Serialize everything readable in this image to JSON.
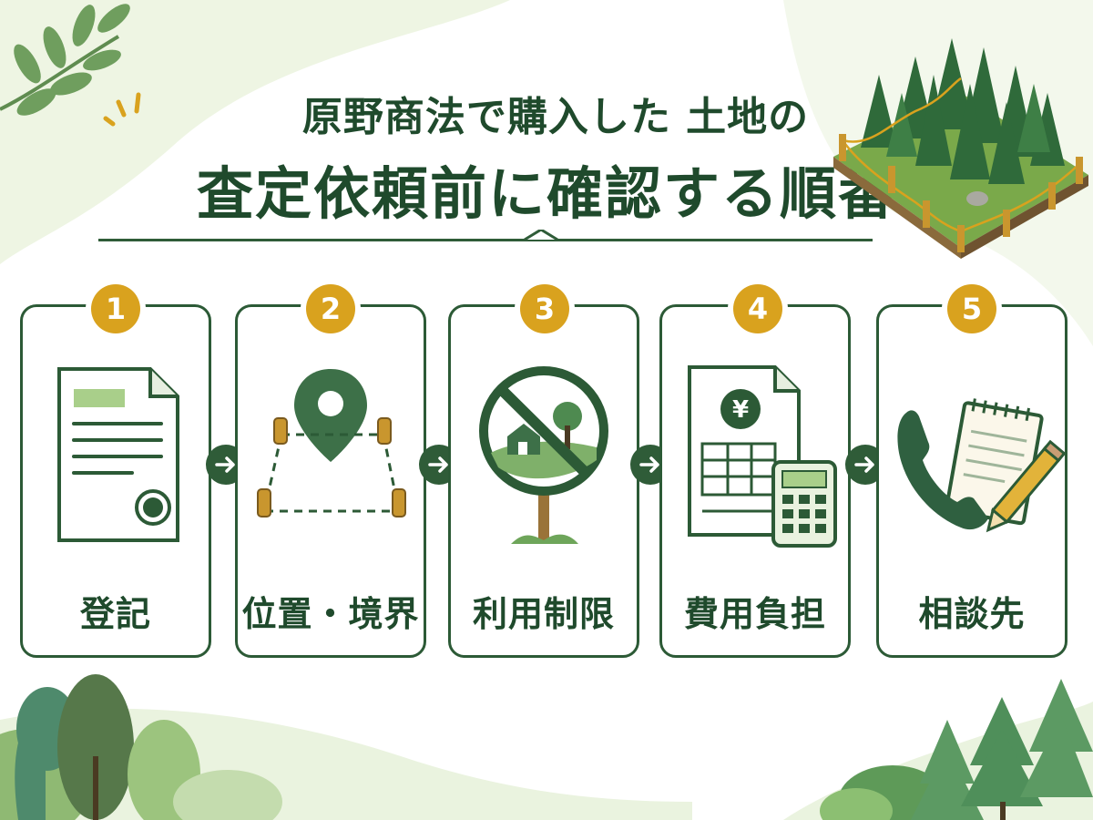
{
  "title": {
    "line1": "原野商法で購入した 土地の",
    "line2": "査定依頼前に確認する順番"
  },
  "steps": [
    {
      "number": "1",
      "label": "登記",
      "icon": "registry-document-icon"
    },
    {
      "number": "2",
      "label": "位置・境界",
      "icon": "location-boundary-icon"
    },
    {
      "number": "3",
      "label": "利用制限",
      "icon": "land-use-restriction-sign-icon"
    },
    {
      "number": "4",
      "label": "費用負担",
      "icon": "yen-cost-calculator-icon"
    },
    {
      "number": "5",
      "label": "相談先",
      "icon": "phone-consultation-notepad-icon"
    }
  ],
  "icons": {
    "document": "₩",
    "yen": "¥"
  },
  "colors": {
    "primary_green": "#2c5a36",
    "accent_gold": "#d9a21e",
    "soft_green": "#8fbf76",
    "background_tint": "#eef5e3"
  }
}
